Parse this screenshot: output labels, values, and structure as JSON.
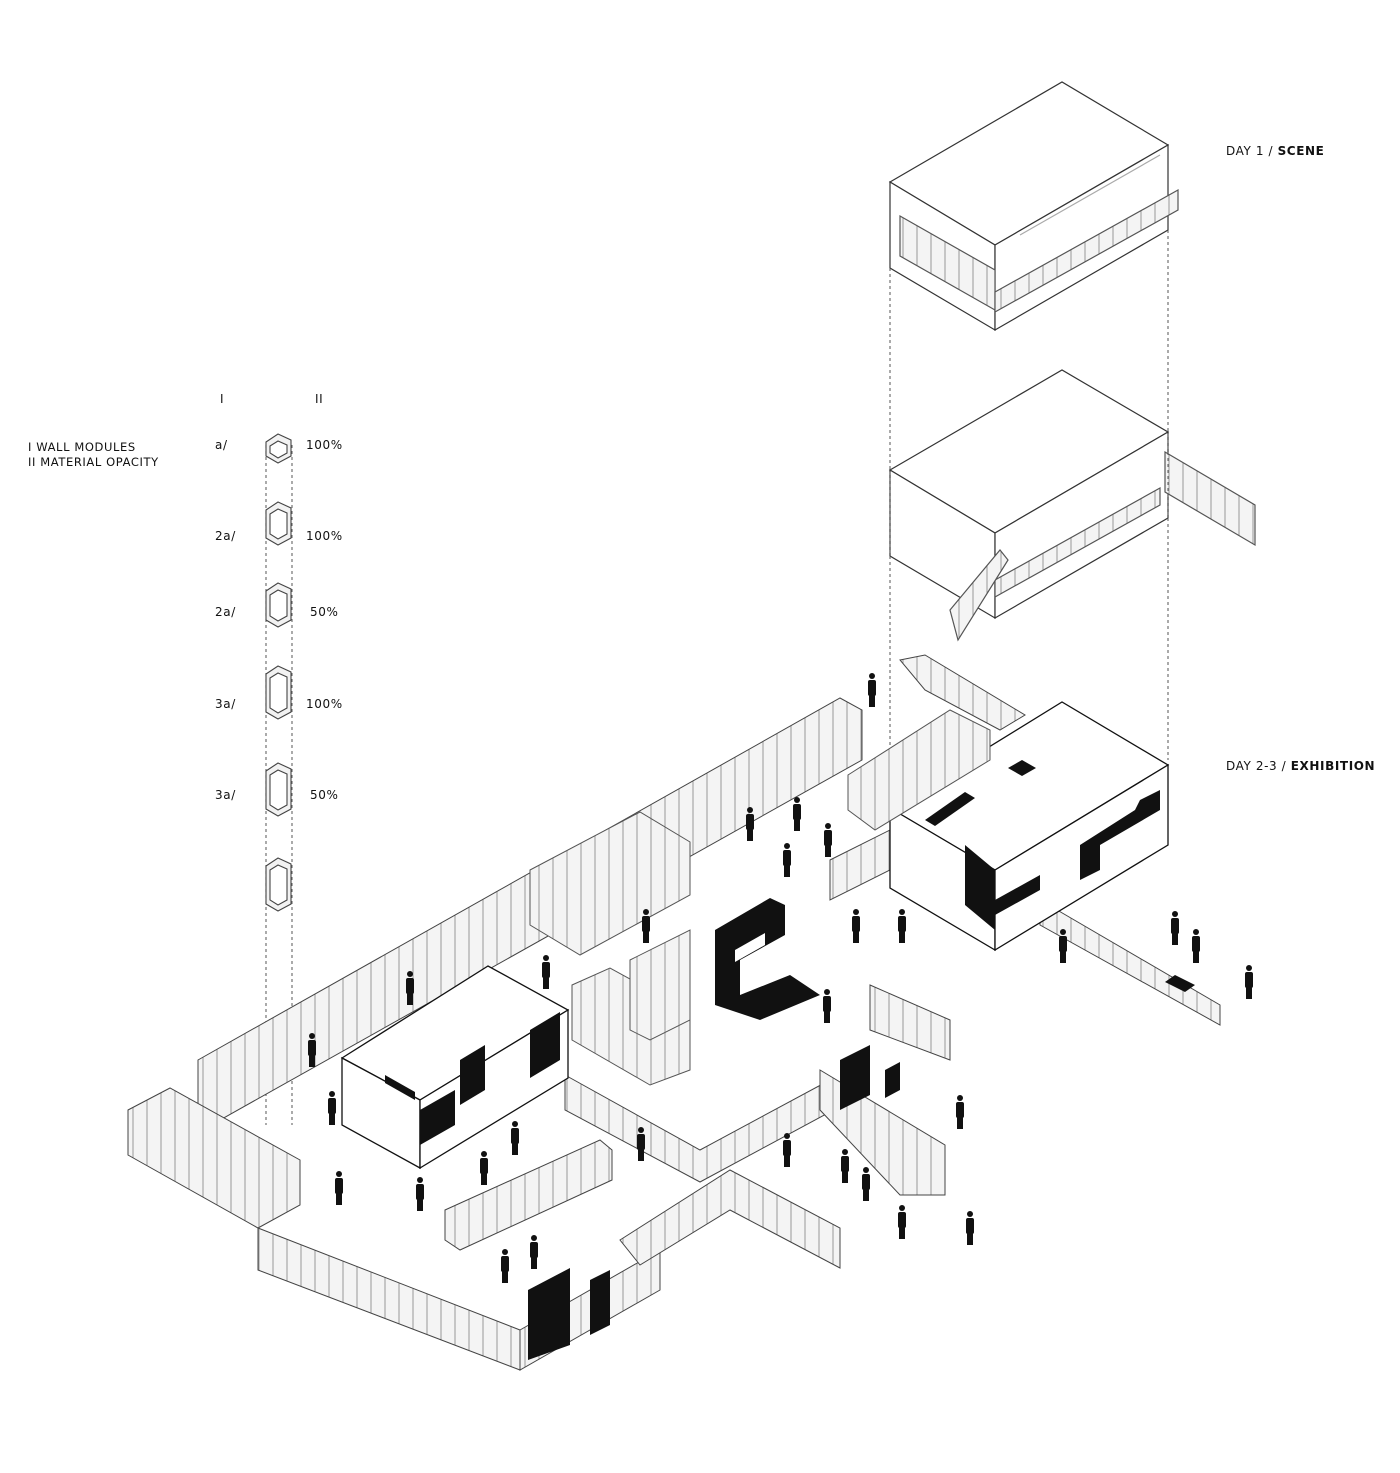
{
  "legend": {
    "heading_i": "I",
    "heading_ii": "II",
    "key_line1": "I  WALL MODULES",
    "key_line2": "II MATERIAL OPACITY",
    "rows": [
      {
        "module": "a/",
        "opacity": "100%"
      },
      {
        "module": "2a/",
        "opacity": "100%"
      },
      {
        "module": "2a/",
        "opacity": "50%"
      },
      {
        "module": "3a/",
        "opacity": "100%"
      },
      {
        "module": "3a/",
        "opacity": "50%"
      }
    ]
  },
  "phases": {
    "day1_prefix": "DAY 1 / ",
    "day1_name": "SCENE",
    "day23_prefix": "DAY 2-3 / ",
    "day23_name": "EXHIBITION"
  },
  "colors": {
    "ink": "#111111",
    "line": "#555555",
    "frame_fill": "#eeeeee",
    "background": "#ffffff"
  }
}
